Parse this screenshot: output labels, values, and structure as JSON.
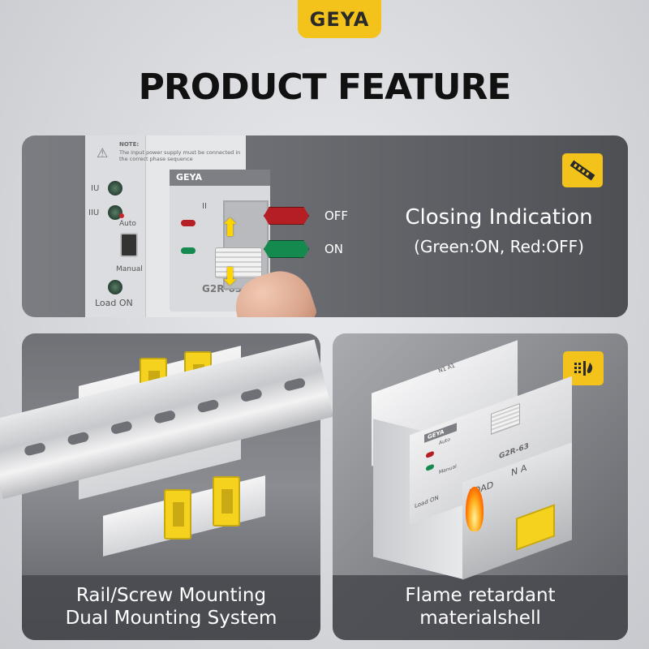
{
  "brand": {
    "logo": "GEYA"
  },
  "headline": "PRODUCT FEATURE",
  "top_panel": {
    "note_title": "NOTE:",
    "note_text": "The input power supply must be connected in the correct phase sequence",
    "device_labels": {
      "iu": "IU",
      "iiu": "IIU",
      "auto": "Auto",
      "manual": "Manual",
      "load_on": "Load ON",
      "inner_brand": "GEYA",
      "model": "G2R-63"
    },
    "indicators": [
      {
        "label": "OFF",
        "color": "#b51f24"
      },
      {
        "label": "ON",
        "color": "#158a4f"
      }
    ],
    "icon": "din-rail-icon",
    "title": "Closing Indication",
    "subtitle": "(Green:ON, Red:OFF)"
  },
  "left_panel": {
    "caption_line1": "Rail/Screw Mounting",
    "caption_line2": "Dual Mounting System"
  },
  "right_panel": {
    "icon": "flame-retardant-icon",
    "caption_line1": "Flame retardant",
    "caption_line2": "materialshell",
    "product_labels": {
      "brand": "GEYA",
      "model": "G2R-63",
      "load": "LOAD",
      "terminals": "N A",
      "load_on": "Load ON",
      "manual": "Manual",
      "auto": "Auto",
      "top_terminals": "N1 A1"
    }
  },
  "colors": {
    "accent": "#f3c21b",
    "indicator_red": "#b51f24",
    "indicator_green": "#158a4f"
  }
}
